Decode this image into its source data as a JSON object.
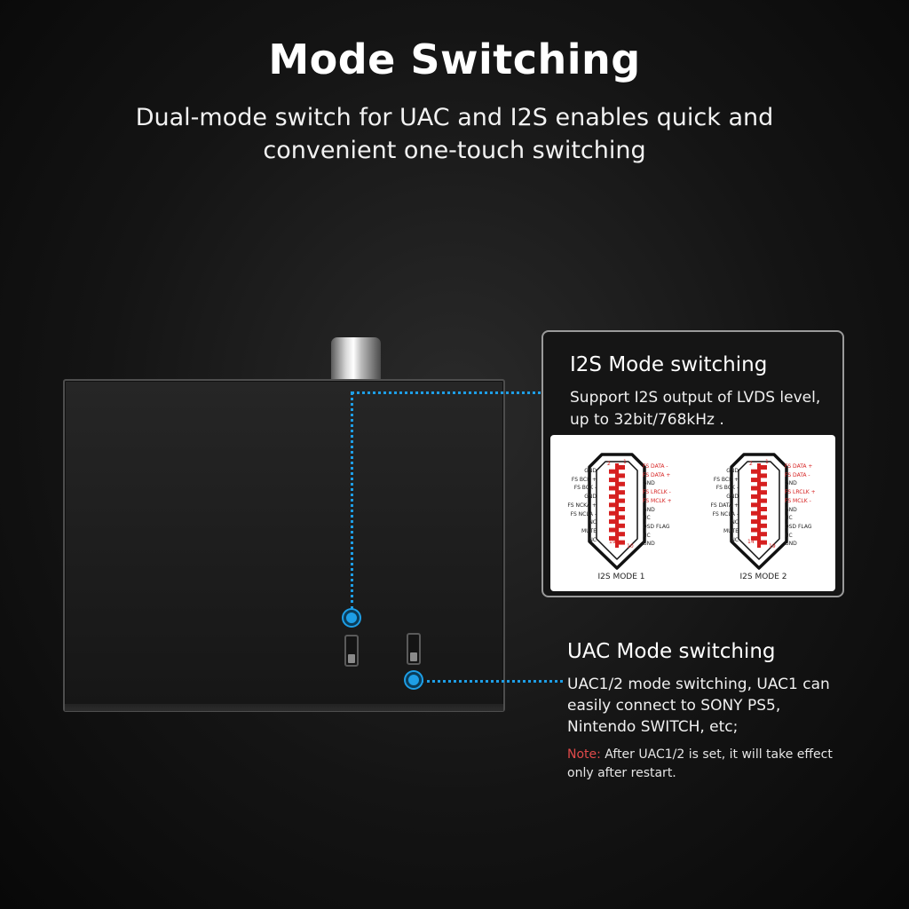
{
  "header": {
    "title": "Mode Switching",
    "subtitle": "Dual-mode switch for UAC and I2S enables quick and convenient one-touch switching"
  },
  "i2s_panel": {
    "title": "I2S Mode switching",
    "description": "Support I2S output of LVDS level, up to 32bit/768kHz .",
    "diagrams": [
      {
        "label": "I2S MODE 1",
        "pin_numbers": {
          "top_left": "2",
          "top_right": "1",
          "bottom_left": "19",
          "bottom_right": "10"
        },
        "left_pins": [
          "GND",
          "FS BCK +",
          "FS BCK -",
          "GND",
          "FS NCKA +",
          "FS NCLA -",
          "NC",
          "MUTE",
          "NC"
        ],
        "right_pins": [
          "FS DATA -",
          "FS DATA +",
          "GND",
          "FS LRCLK -",
          "FS MCLK +",
          "GND",
          "NC",
          "DSD FLAG",
          "NC",
          "GND"
        ]
      },
      {
        "label": "I2S MODE 2",
        "pin_numbers": {
          "top_left": "2",
          "top_right": "1",
          "bottom_left": "14",
          "bottom_right": "19"
        },
        "left_pins": [
          "GND",
          "FS BCK +",
          "FS BCK -",
          "GND",
          "FS DATA +",
          "FS NCLA -",
          "NC",
          "MUTE",
          "NC"
        ],
        "right_pins": [
          "FS DATA +",
          "FS DATA -",
          "GND",
          "FS LRCLK +",
          "FS MCLK -",
          "GND",
          "NC",
          "DSD FLAG",
          "NC",
          "GND"
        ]
      }
    ],
    "red_pin_color": "#d62020"
  },
  "uac_section": {
    "title": "UAC Mode switching",
    "description": "UAC1/2 mode switching, UAC1 can easily connect to SONY PS5, Nintendo SWITCH, etc;",
    "note_label": "Note:",
    "note_text": " After UAC1/2 is set, it will take effect only after restart."
  },
  "colors": {
    "accent": "#1e9ee6",
    "note": "#e04a4a",
    "background": "#141414"
  },
  "icons": [
    "volume-knob-icon",
    "toggle-switch-icon",
    "hdmi-port-icon"
  ]
}
